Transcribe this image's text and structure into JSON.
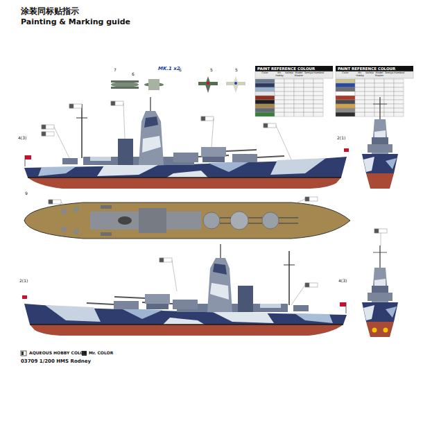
{
  "diagram": {
    "title": "涂装同标贴指示",
    "caption": "03709 1/200 HMS Rodney",
    "labels": [
      "Painting & Marking guide",
      "MK.1 x2",
      "7",
      "6",
      "6",
      "5",
      "5",
      "4(3)",
      "2(1)",
      "9",
      "2(1)",
      "4(3)",
      "PAINT REFERENCE COLOUR",
      "Color",
      "Mr. Hobby",
      "Vallejo",
      "Model Master",
      "Tamiya",
      "Humbrol",
      "PAINT REFERENCE COLOUR",
      "Color",
      "Mr. Hobby",
      "Vallejo",
      "Model Master",
      "Tamiya",
      "Humbrol"
    ],
    "legend": [
      {
        "text": "AQUEOUS HOBBY COLOR"
      },
      {
        "text": "Mr. COLOR"
      }
    ]
  }
}
